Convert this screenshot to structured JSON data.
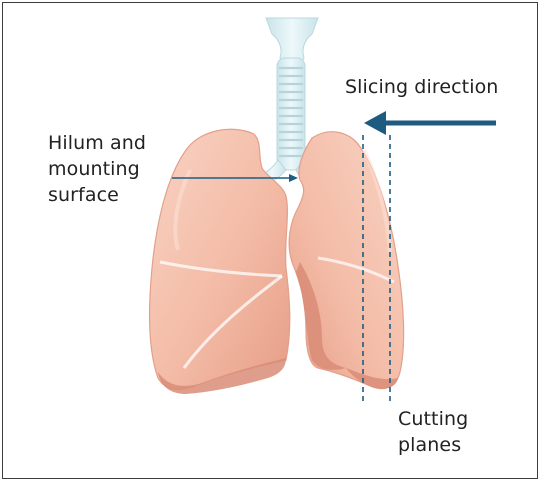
{
  "labels": {
    "slicing_direction": "Slicing direction",
    "hilum": [
      "Hilum and",
      "mounting",
      "surface"
    ],
    "cutting_planes": [
      "Cutting",
      "planes"
    ]
  },
  "colors": {
    "arrow": "#1d5c80",
    "lung_light": "#f6c7b4",
    "lung_mid": "#eda993",
    "lung_dark": "#c97d69",
    "trachea": "#d8eef2",
    "frame_border": "#3d3d3d"
  }
}
